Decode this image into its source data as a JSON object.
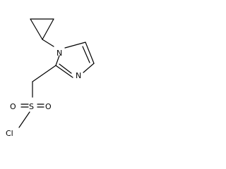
{
  "structure": {
    "atoms": {
      "n1": "N",
      "n3": "N",
      "s": "S",
      "o_left": "O",
      "o_right": "O",
      "cl": "Cl"
    }
  },
  "style": {
    "bond_color": "#000000",
    "background": "#ffffff"
  }
}
